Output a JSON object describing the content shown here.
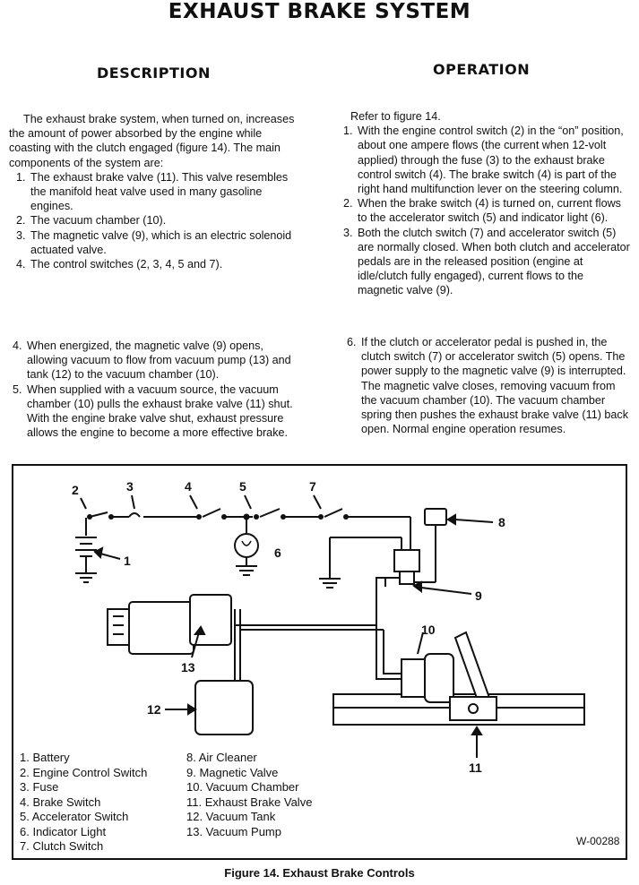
{
  "title": "EXHAUST BRAKE SYSTEM",
  "description": {
    "heading": "DESCRIPTION",
    "intro": "The exhaust brake system, when turned on, increases the amount of power absorbed by the engine while coasting with the clutch engaged (figure 14). The main components of the system are:",
    "items": [
      {
        "num": "1.",
        "text": "The exhaust brake valve (11). This valve resembles the manifold heat valve used in many gasoline engines."
      },
      {
        "num": "2.",
        "text": "The vacuum chamber (10)."
      },
      {
        "num": "3.",
        "text": "The magnetic valve (9), which is an electric solenoid actuated valve."
      },
      {
        "num": "4.",
        "text": "The control switches (2, 3, 4, 5 and 7)."
      }
    ]
  },
  "operation": {
    "heading": "OPERATION",
    "intro": "Refer to figure 14.",
    "items": [
      {
        "num": "1.",
        "text": "With the engine control switch (2) in the “on” position, about one ampere flows (the current when 12-volt applied) through the fuse (3) to the exhaust brake control switch (4). The brake switch (4) is part of the right hand multifunction lever on the steering column."
      },
      {
        "num": "2.",
        "text": "When the brake switch (4) is turned on, current flows to the accelerator switch (5) and indicator light (6)."
      },
      {
        "num": "3.",
        "text": "Both the clutch switch (7) and accelerator switch (5) are normally closed. When both clutch and accelerator pedals are in the released position (engine at idle/clutch fully engaged), current flows to the magnetic valve (9)."
      }
    ]
  },
  "continued_left": [
    {
      "num": "4.",
      "text": "When energized, the magnetic valve (9) opens, allowing vacuum to flow from vacuum pump (13) and tank (12) to the vacuum chamber (10)."
    },
    {
      "num": "5.",
      "text": "When supplied with a vacuum source, the vacuum chamber (10) pulls the exhaust brake valve (11) shut. With the engine brake valve shut, exhaust pressure allows the engine to become a more effective brake."
    }
  ],
  "continued_right": [
    {
      "num": "6.",
      "text": "If the clutch or accelerator pedal is pushed in, the clutch switch (7) or accelerator switch (5) opens. The power supply to the magnetic valve (9) is interrupted. The magnetic valve closes, removing vacuum from the vacuum chamber (10). The vacuum chamber spring then pushes the exhaust brake valve (11) back open. Normal engine operation resumes."
    }
  ],
  "figure": {
    "callouts": [
      "1",
      "2",
      "3",
      "4",
      "5",
      "6",
      "7",
      "8",
      "9",
      "10",
      "11",
      "12",
      "13"
    ],
    "legend_left": [
      "1. Battery",
      "2. Engine Control Switch",
      "3. Fuse",
      "4. Brake Switch",
      "5. Accelerator Switch",
      "6. Indicator Light",
      "7. Clutch Switch"
    ],
    "legend_right": [
      "8. Air Cleaner",
      "9. Magnetic Valve",
      "10. Vacuum Chamber",
      "11. Exhaust Brake Valve",
      "12. Vacuum Tank",
      "13. Vacuum Pump"
    ],
    "code": "W-00288",
    "caption": "Figure 14. Exhaust Brake Controls"
  }
}
